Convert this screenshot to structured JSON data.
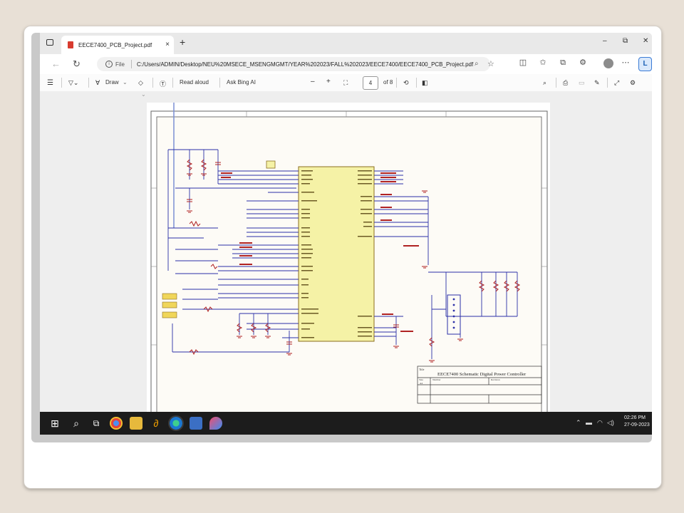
{
  "tab": {
    "title": "EECE7400_PCB_Project.pdf",
    "close": "×",
    "new": "+"
  },
  "window": {
    "minimize": "–",
    "restore": "⧉",
    "close": "✕"
  },
  "address": {
    "file_label": "File",
    "url": "C:/Users/ADMIN/Desktop/NEU%20MSECE_MSENGMGMT/YEAR%202023/FALL%202023/EECE7400/EECE7400_PCB_Project.pdf"
  },
  "pdf_toolbar": {
    "draw_label": "Draw",
    "read_aloud_label": "Read aloud",
    "ask_bing_label": "Ask Bing AI",
    "zoom_out": "–",
    "zoom_in": "+",
    "current_page": "4",
    "page_total": "of 8"
  },
  "schematic": {
    "title_block": {
      "title_label": "Title",
      "title": "EECE7400 Schematic Digital Power Controller",
      "size_label": "Size",
      "size": "A4",
      "number_label": "Number",
      "revision_label": "Revision"
    }
  },
  "taskbar": {
    "time": "02:26 PM",
    "date": "27-09-2023"
  },
  "colors": {
    "wire": "#2b2fa8",
    "component": "#b02222",
    "ic_fill": "#f5f2a6",
    "taskbar": "#1c1c1c"
  },
  "icons": [
    "tab-box-icon",
    "pdf-file-icon",
    "back-icon",
    "refresh-icon",
    "info-icon",
    "zoom-icon",
    "favorite-star-icon",
    "split-screen-icon",
    "favorites-icon",
    "collections-icon",
    "extensions-icon",
    "profile-avatar-icon",
    "more-icon",
    "contents-icon",
    "filter-icon",
    "draw-icon",
    "eraser-icon",
    "text-icon",
    "fit-page-icon",
    "rotate-icon",
    "two-page-icon",
    "search-icon",
    "print-icon",
    "save-icon",
    "save-as-icon",
    "fullscreen-icon",
    "settings-icon",
    "windows-start-icon",
    "taskbar-search-icon",
    "task-view-icon",
    "chrome-icon",
    "file-explorer-icon",
    "app-icon",
    "edge-icon",
    "notepad-icon",
    "paint-icon"
  ]
}
